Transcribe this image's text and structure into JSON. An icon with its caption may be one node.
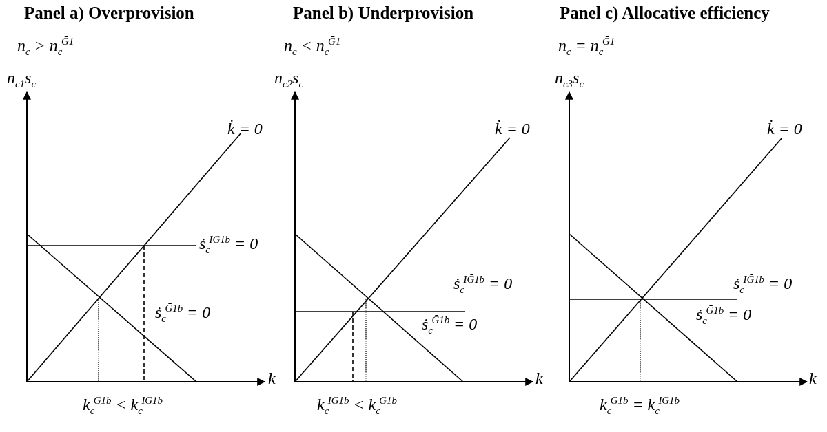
{
  "diagram": {
    "labels": [
      "Panel a) Overprovision",
      "Panel b) Underprovision",
      "Panel c) Allocative efficiency",
      "n$_{c}$ > n$_{c}$$^{Ḡ1}$",
      "n$_{c}$ < n$_{c}$$^{Ḡ1}$",
      "n$_{c}$ = n$_{c}$$^{Ḡ1}$",
      "n$_{c1}$s$_{c}$",
      "n$_{c2}$s$_{c}$",
      "n$_{c3}$s$_{c}$",
      "k̇ = 0",
      "k̇ = 0",
      "k̇ = 0",
      "ṡ$_{c}$$^{IḠ1b}$ = 0",
      "ṡ$_{c}$$^{IḠ1b}$ = 0",
      "ṡ$_{c}$$^{IḠ1b}$ = 0",
      "ṡ$_{c}$$^{Ḡ1b}$ = 0",
      "ṡ$_{c}$$^{Ḡ1b}$ = 0",
      "ṡ$_{c}$$^{Ḡ1b}$ = 0",
      "k",
      "k",
      "k",
      "k$_{c}$$^{Ḡ1b}$ < k$_{c}$$^{IḠ1b}$",
      "k$_{c}$$^{IḠ1b}$ < k$_{c}$$^{Ḡ1b}$",
      "k$_{c}$$^{Ḡ1b}$ = k$_{c}$$^{IḠ1b}$"
    ]
  }
}
